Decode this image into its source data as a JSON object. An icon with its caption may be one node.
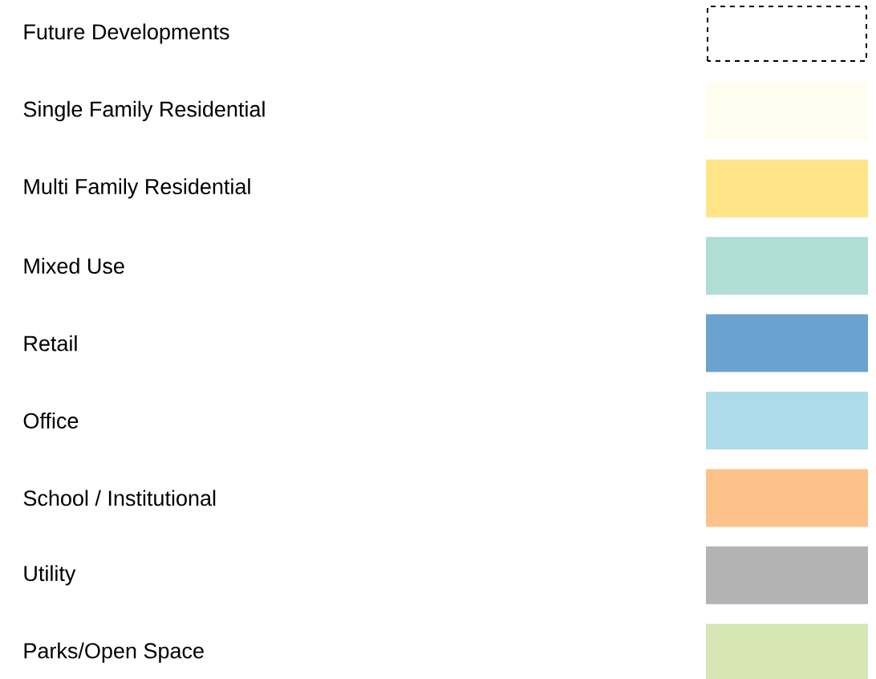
{
  "diagram": {
    "legend": [
      {
        "text": "Future Developments"
      },
      {
        "text": "Single Family Residential",
        "color": "#fffcf0"
      },
      {
        "text": "Multi Family Residential",
        "color": "#ffe587"
      },
      {
        "text": "Mixed Use",
        "color": "#b0ddd6"
      },
      {
        "text": "Retail",
        "color": "#6aa3cf"
      },
      {
        "text": "Office",
        "color": "#addbea"
      },
      {
        "text": "School / Institutional",
        "color": "#fdc28a"
      },
      {
        "text": "Utility",
        "color": "#b3b3b3"
      },
      {
        "text": "Parks/Open Space",
        "color": "#d6e7b5"
      }
    ]
  }
}
